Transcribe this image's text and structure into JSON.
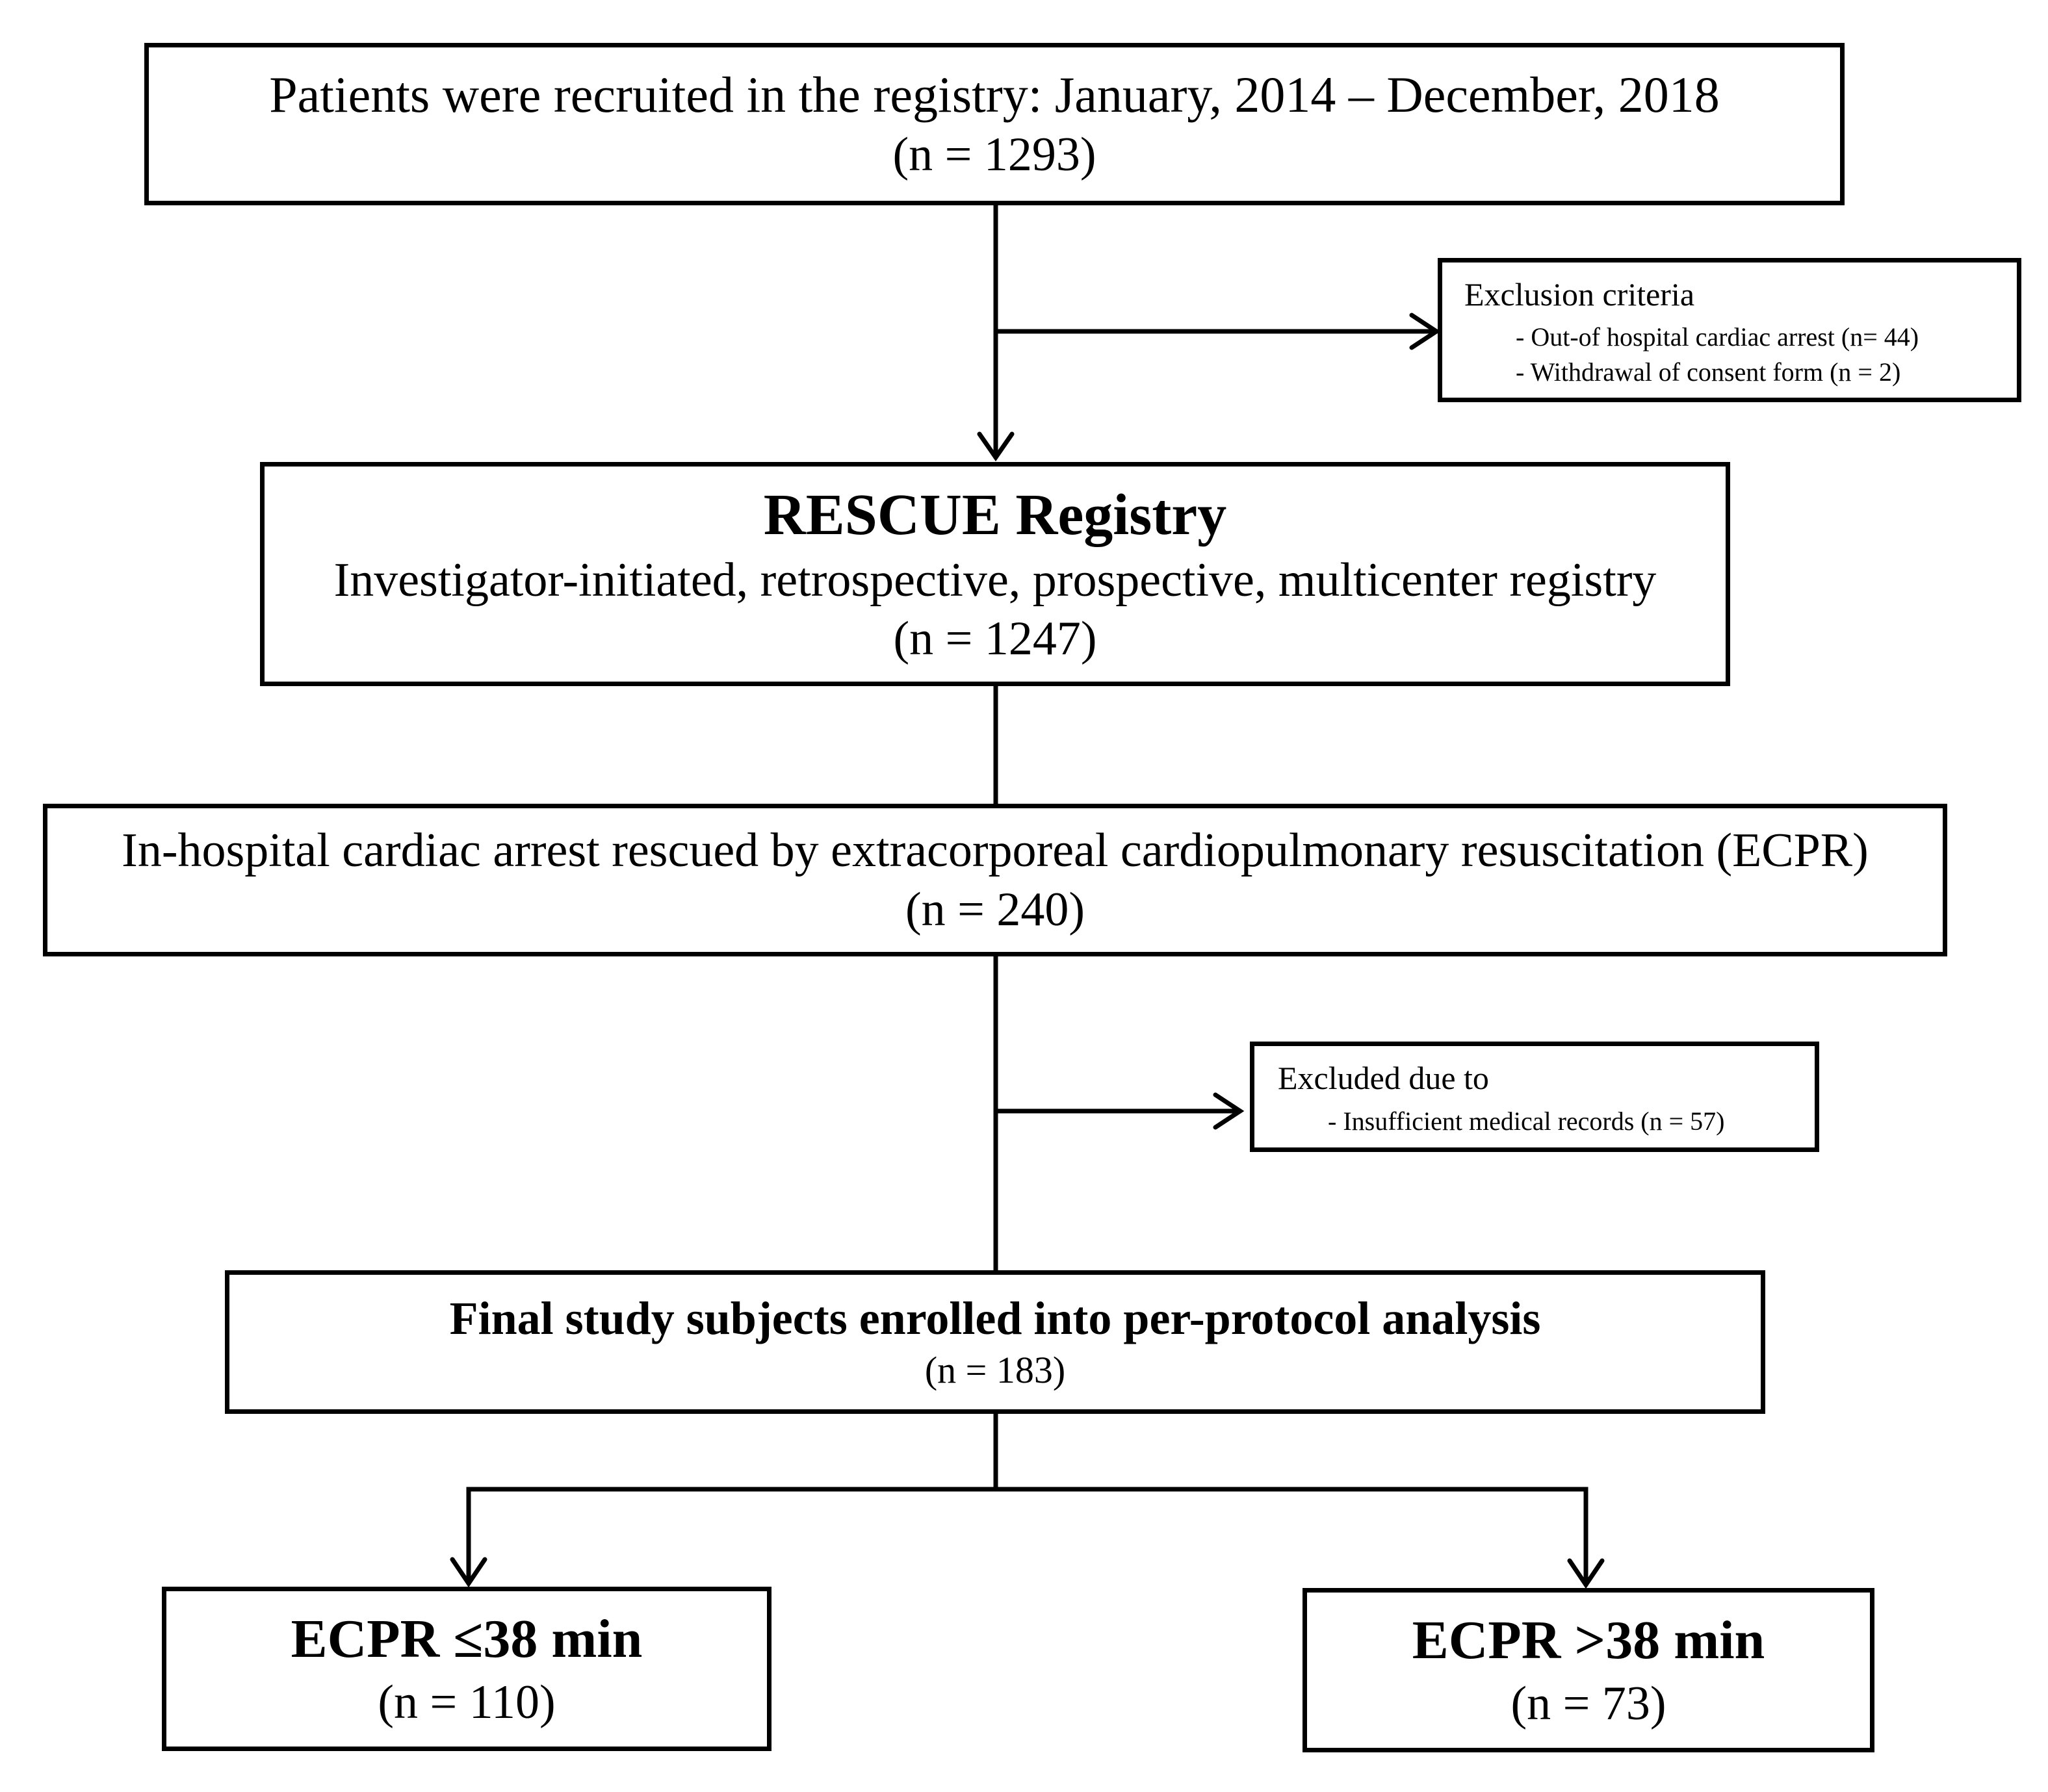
{
  "recruitment": {
    "line1": "Patients were recruited in the registry: January, 2014 – December, 2018",
    "count": "(n = 1293)"
  },
  "exclusion": {
    "title": "Exclusion criteria",
    "items": [
      "- Out-of hospital cardiac arrest (n= 44)",
      "- Withdrawal of consent form (n = 2)"
    ]
  },
  "registry": {
    "title": "RESCUE Registry",
    "subtitle": "Investigator-initiated, retrospective, prospective, multicenter registry",
    "count": "(n = 1247)"
  },
  "ihca": {
    "line1": "In-hospital cardiac arrest rescued by extracorporeal cardiopulmonary resuscitation (ECPR)",
    "count": "(n = 240)"
  },
  "excluded": {
    "title": "Excluded due to",
    "items": [
      "- Insufficient medical records (n = 57)"
    ]
  },
  "final": {
    "title": "Final study subjects enrolled into per-protocol analysis",
    "count": "(n = 183)"
  },
  "groups": [
    {
      "title": "ECPR ≤38 min",
      "count": "(n = 110)"
    },
    {
      "title": "ECPR >38 min",
      "count": "(n = 73)"
    }
  ]
}
